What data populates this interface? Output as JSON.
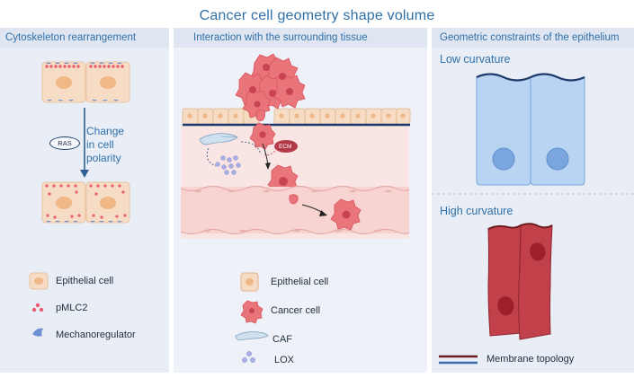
{
  "title": "Cancer cell geometry shape volume",
  "panels": {
    "cytoskeleton": {
      "header": "Cytoskeleton rearrangement",
      "ras": "RAS",
      "change_lines": [
        "Change",
        "in  cell",
        "polarity"
      ],
      "legend": [
        "Epithelial cell",
        "pMLC2",
        "Mechanoregulator"
      ]
    },
    "interaction": {
      "header": "Interaction with the surrounding tissue",
      "ecm": "ECM",
      "legend": [
        "Epithelial cell",
        "Cancer cell",
        "CAF",
        "LOX"
      ]
    },
    "constraints": {
      "header": "Geometric constraints of the epithelium",
      "low": "Low curvature",
      "high": "High curvature",
      "legend": "Membrane topology"
    }
  },
  "colors": {
    "title_blue": "#2f6fa8",
    "epithelial": "#f6dcc4",
    "nucleus": "#f0b787",
    "pmlc2": "#e85d6e",
    "mechanoregulator": "#6f8fd0",
    "cancer": "#e9747a",
    "cancer_dark": "#c94452",
    "low_cell": "#b9d3f3",
    "low_nucleus": "#7aa6dd",
    "high_cell": "#c2404a",
    "high_nucleus": "#9e1f2b",
    "membrane_dark": "#6b1b1e",
    "membrane_blue": "#3a6ea8"
  }
}
